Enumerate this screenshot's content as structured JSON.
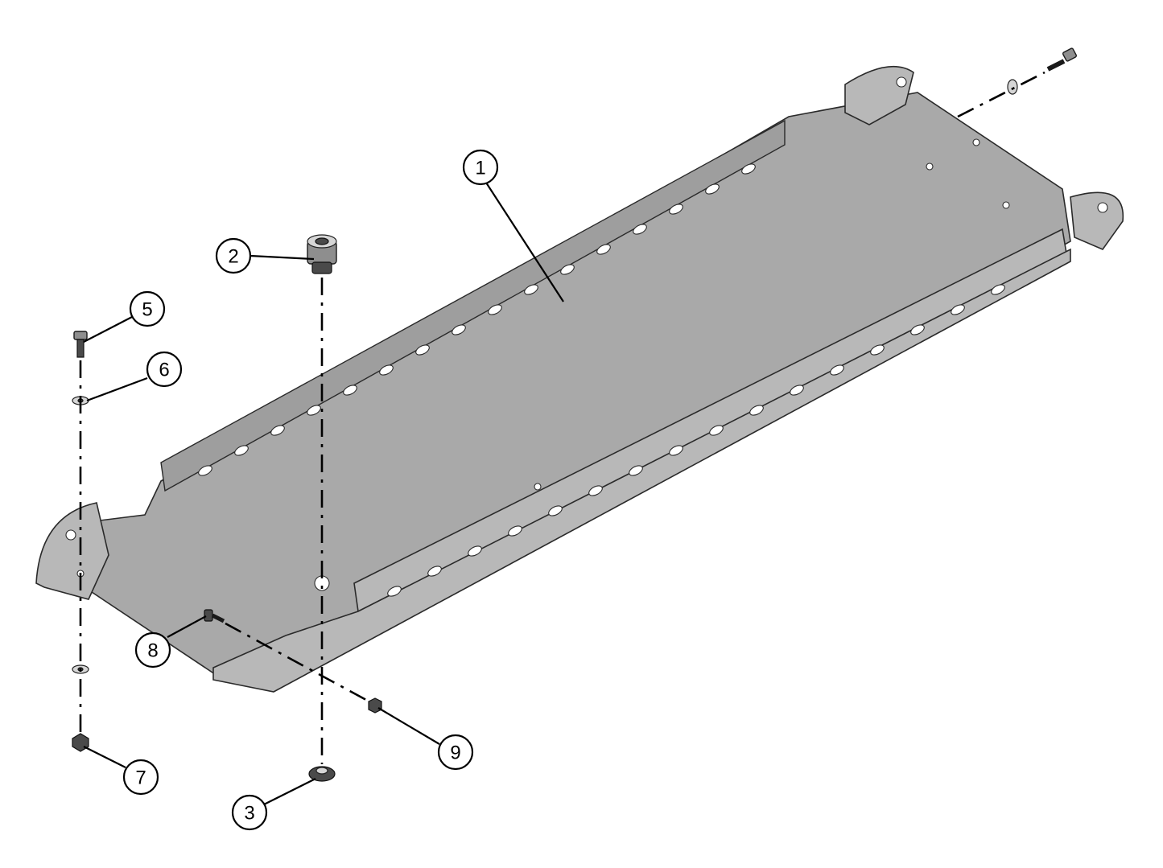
{
  "callouts": [
    {
      "id": "1",
      "label": "1"
    },
    {
      "id": "2",
      "label": "2"
    },
    {
      "id": "3",
      "label": "3"
    },
    {
      "id": "5",
      "label": "5"
    },
    {
      "id": "6",
      "label": "6"
    },
    {
      "id": "7",
      "label": "7"
    },
    {
      "id": "8",
      "label": "8"
    },
    {
      "id": "9",
      "label": "9"
    }
  ]
}
